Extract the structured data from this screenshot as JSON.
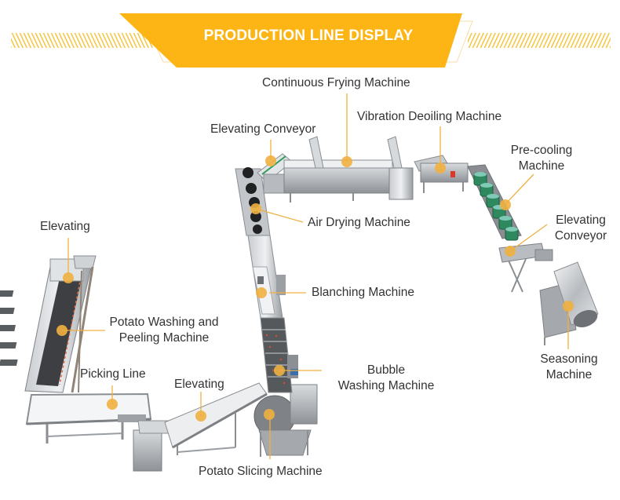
{
  "header": {
    "title": "PRODUCTION LINE DISPLAY",
    "accent_color": "#FDB515",
    "hatch_color": "#F5C33B"
  },
  "diagram": {
    "type": "production-line-callouts",
    "callout_color": "#F0B040",
    "machines": [
      {
        "id": "elevating-1",
        "label": "Elevating"
      },
      {
        "id": "potato-washing-peeling",
        "label_line1": "Potato Washing and",
        "label_line2": "Peeling Machine"
      },
      {
        "id": "picking-line",
        "label": "Picking Line"
      },
      {
        "id": "elevating-2",
        "label": "Elevating"
      },
      {
        "id": "potato-slicing",
        "label": "Potato Slicing Machine"
      },
      {
        "id": "bubble-washing",
        "label_line1": "Bubble",
        "label_line2": "Washing Machine"
      },
      {
        "id": "blanching",
        "label": "Blanching Machine"
      },
      {
        "id": "air-drying",
        "label": "Air Drying Machine"
      },
      {
        "id": "elevating-conveyor-1",
        "label": "Elevating Conveyor"
      },
      {
        "id": "continuous-frying",
        "label": "Continuous Frying Machine"
      },
      {
        "id": "vibration-deoiling",
        "label": "Vibration Deoiling Machine"
      },
      {
        "id": "pre-cooling",
        "label_line1": "Pre-cooling",
        "label_line2": "Machine"
      },
      {
        "id": "elevating-conveyor-2",
        "label_line1": "Elevating",
        "label_line2": "Conveyor"
      },
      {
        "id": "seasoning",
        "label_line1": "Seasoning",
        "label_line2": "Machine"
      }
    ]
  }
}
